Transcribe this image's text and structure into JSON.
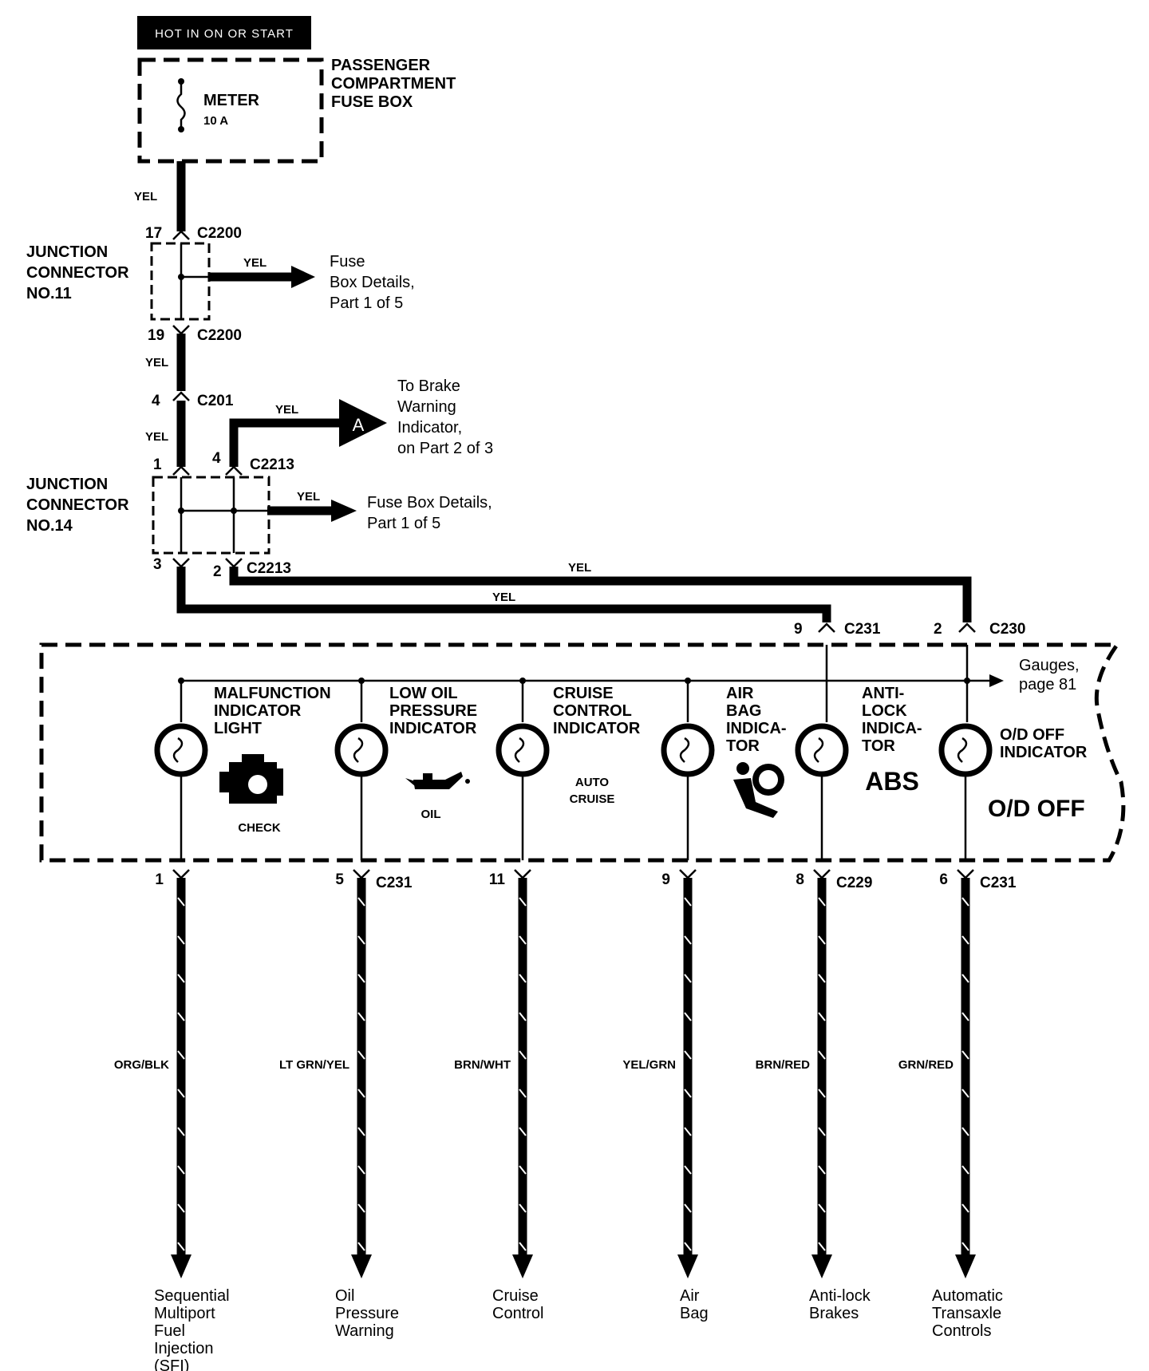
{
  "header": {
    "label": "HOT IN ON OR START"
  },
  "fuse_box": {
    "title_lines": [
      "PASSENGER",
      "COMPARTMENT",
      "FUSE BOX"
    ],
    "fuse_name": "METER",
    "fuse_rating": "10 A"
  },
  "wire_color_yel": "YEL",
  "junction11": {
    "title_lines": [
      "JUNCTION",
      "CONNECTOR",
      "NO.11"
    ],
    "pin_top": "17",
    "pin_bottom": "19",
    "connector": "C2200",
    "ref_lines": [
      "Fuse",
      "Box Details,",
      "Part 1 of 5"
    ]
  },
  "c201": {
    "pin": "4",
    "connector": "C201"
  },
  "brake_ref": {
    "letter": "A",
    "lines": [
      "To Brake",
      "Warning",
      "Indicator,",
      "on Part 2 of 3"
    ]
  },
  "junction14": {
    "title_lines": [
      "JUNCTION",
      "CONNECTOR",
      "NO.14"
    ],
    "pin_1": "1",
    "pin_4": "4",
    "pin_3": "3",
    "pin_2": "2",
    "connector": "C2213",
    "ref_lines": [
      "Fuse Box Details,",
      "Part 1 of 5"
    ]
  },
  "c231_top": {
    "pin": "9",
    "connector": "C231"
  },
  "c230_top": {
    "pin": "2",
    "connector": "C230"
  },
  "gauges_ref": [
    "Gauges,",
    "page 81"
  ],
  "indicators": [
    {
      "title_lines": [
        "MALFUNCTION",
        "INDICATOR",
        "LIGHT"
      ],
      "symbol": "CHECK",
      "pin": "1",
      "connector": "",
      "wire": "ORG/BLK",
      "dest_lines": [
        "Sequential",
        "Multiport",
        "Fuel",
        "Injection",
        "(SFI)"
      ]
    },
    {
      "title_lines": [
        "LOW OIL",
        "PRESSURE",
        "INDICATOR"
      ],
      "symbol": "OIL",
      "pin": "5",
      "connector": "C231",
      "wire": "LT GRN/YEL",
      "dest_lines": [
        "Oil",
        "Pressure",
        "Warning"
      ]
    },
    {
      "title_lines": [
        "CRUISE",
        "CONTROL",
        "INDICATOR"
      ],
      "symbol_lines": [
        "AUTO",
        "CRUISE"
      ],
      "pin": "11",
      "connector": "",
      "wire": "BRN/WHT",
      "dest_lines": [
        "Cruise",
        "Control"
      ]
    },
    {
      "title_lines": [
        "AIR",
        "BAG",
        "INDICA-",
        "TOR"
      ],
      "symbol": "",
      "pin": "9",
      "connector": "",
      "wire": "YEL/GRN",
      "dest_lines": [
        "Air",
        "Bag"
      ]
    },
    {
      "title_lines": [
        "ANTI-",
        "LOCK",
        "INDICA-",
        "TOR"
      ],
      "symbol": "ABS",
      "pin": "8",
      "connector": "C229",
      "wire": "BRN/RED",
      "dest_lines": [
        "Anti-lock",
        "Brakes"
      ]
    },
    {
      "title_lines": [
        "O/D OFF",
        "INDICATOR"
      ],
      "symbol": "O/D OFF",
      "pin": "6",
      "connector": "C231",
      "wire": "GRN/RED",
      "dest_lines": [
        "Automatic",
        "Transaxle",
        "Controls"
      ]
    }
  ]
}
